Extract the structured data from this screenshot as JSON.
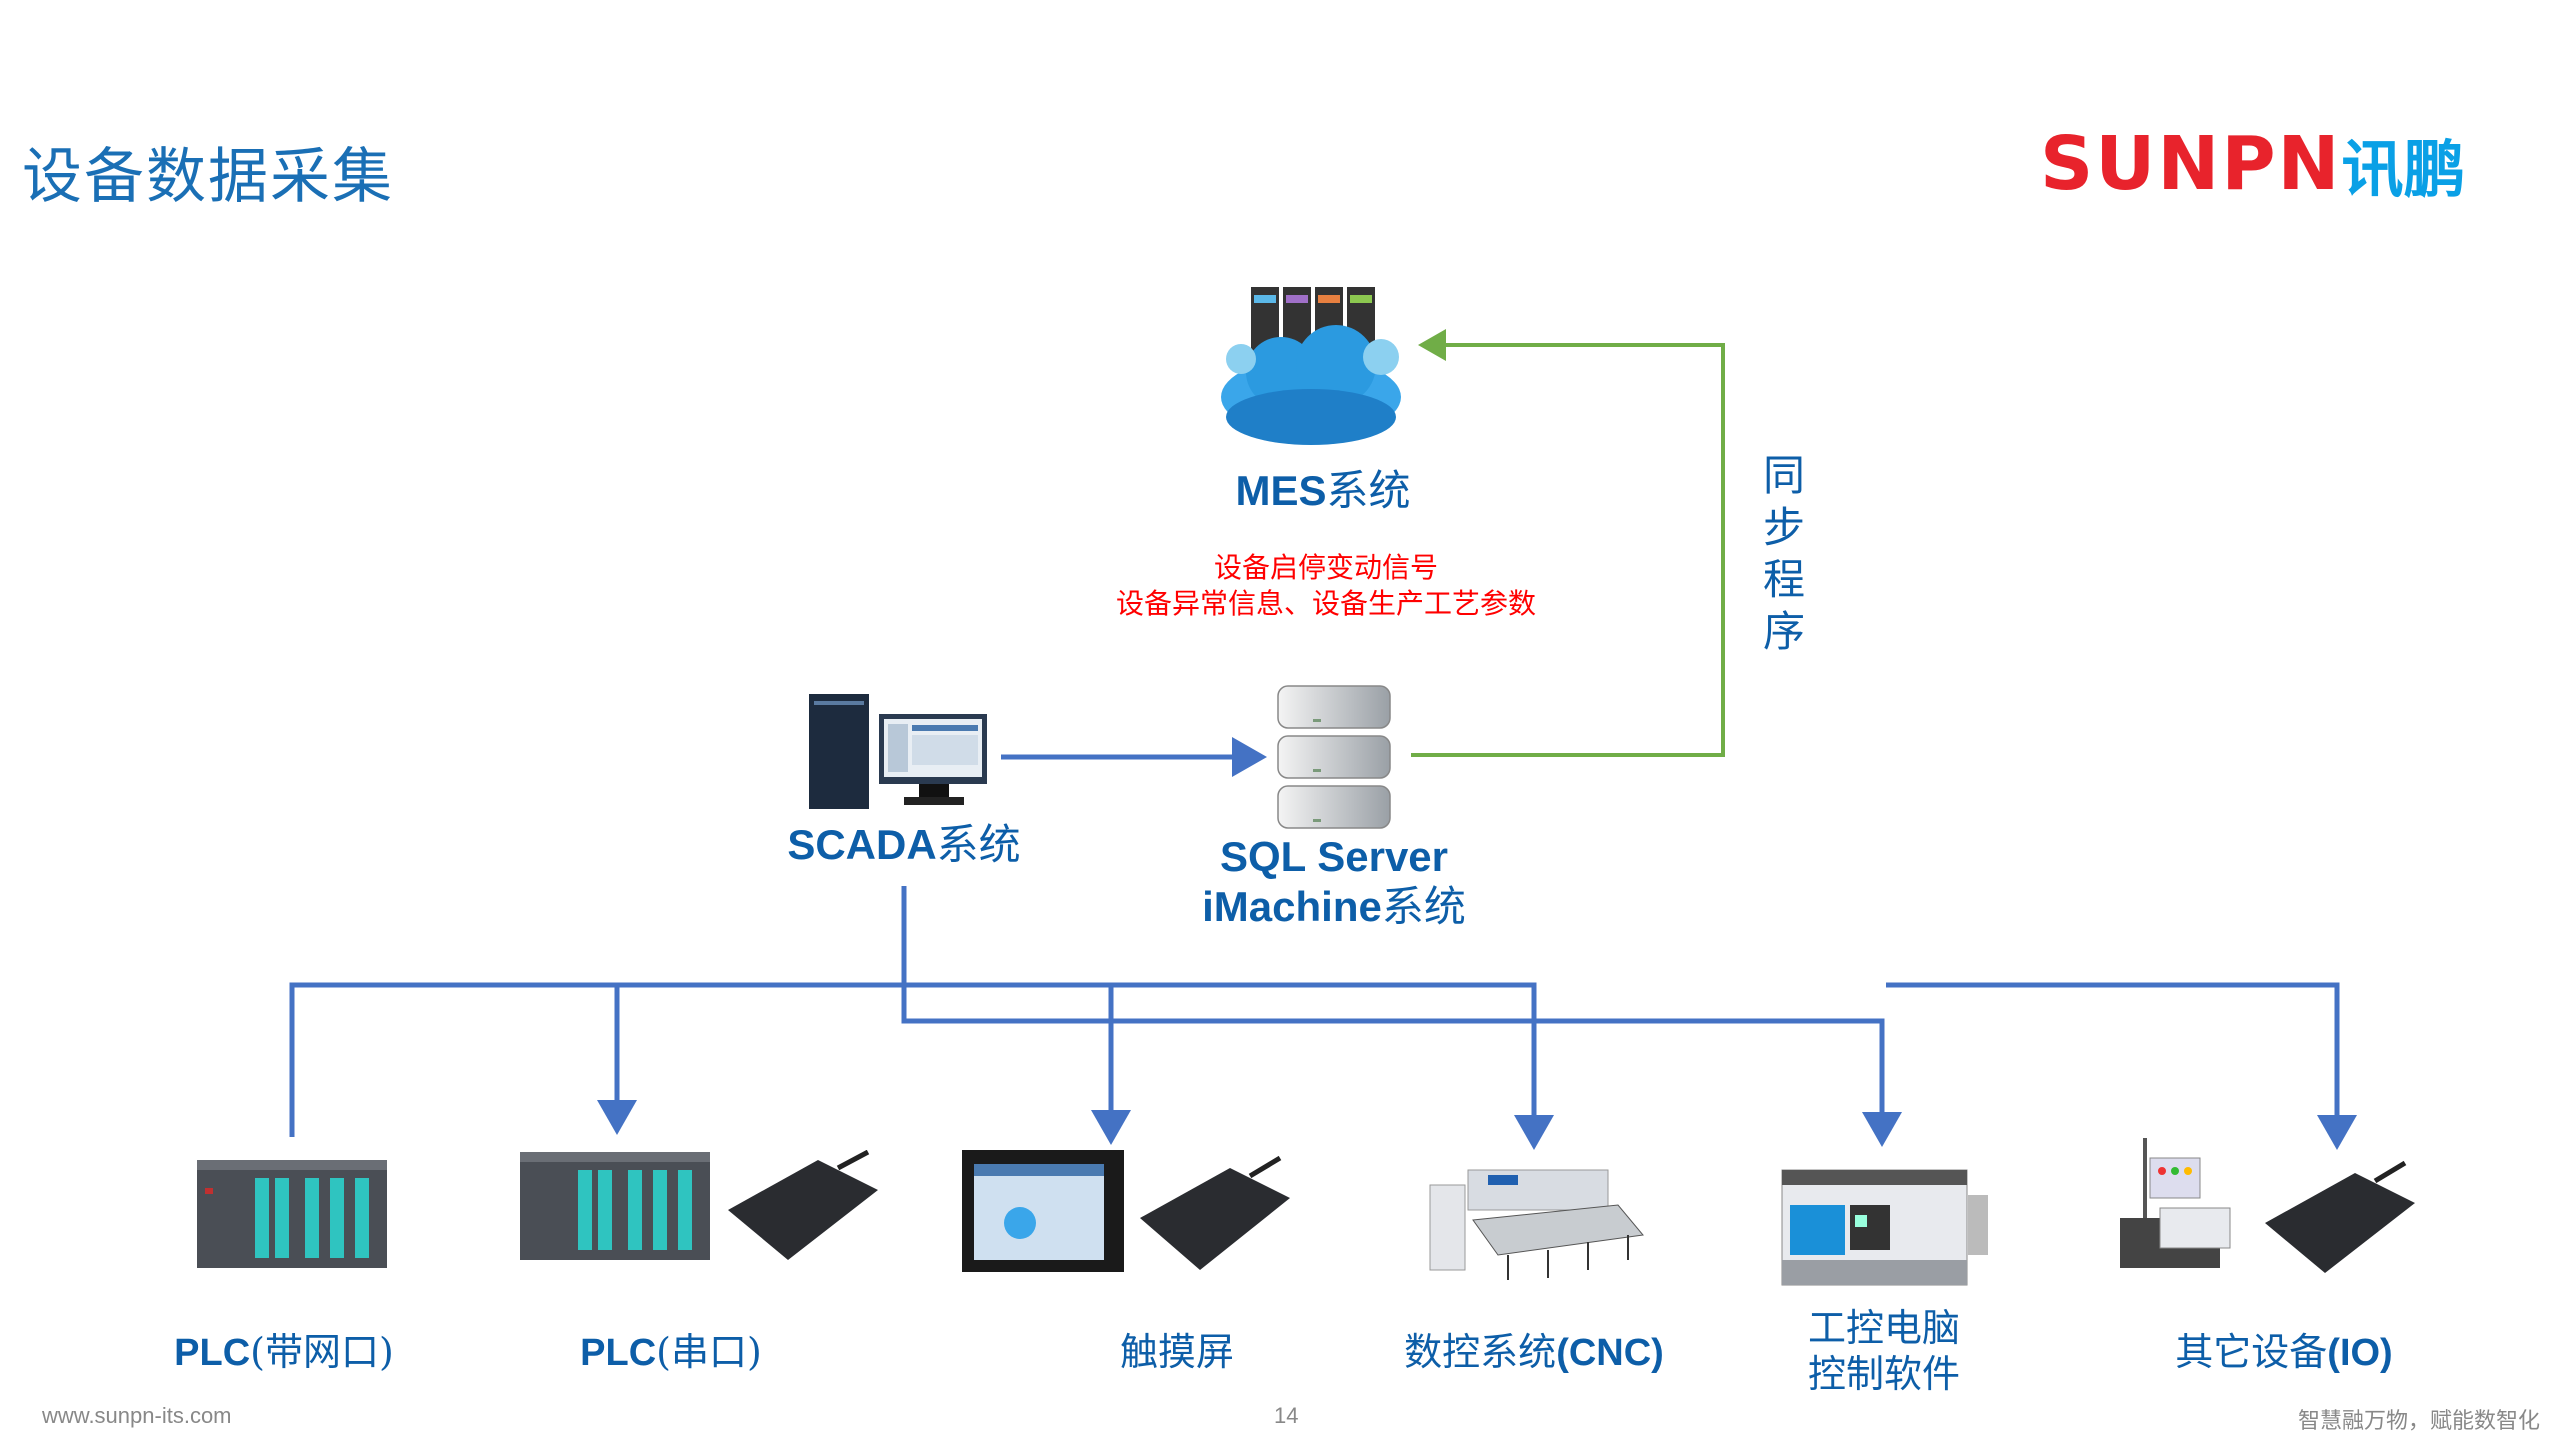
{
  "title": "设备数据采集",
  "logo": {
    "en": "SUNPN",
    "cn": "讯鹏",
    "en_color": "#e8232c",
    "cn_color": "#0aa0e6"
  },
  "colors": {
    "title": "#1a6fb5",
    "label": "#0d5ea8",
    "flow_line": "#4472c4",
    "sync_line": "#70ad47",
    "note": "#ff0000"
  },
  "mes": {
    "label_en": "MES",
    "label_cn": "系统",
    "icon": "cloud-server-icon"
  },
  "notes": [
    "设备启停变动信号",
    "设备异常信息、设备生产工艺参数"
  ],
  "sync_label": [
    "同",
    "步",
    "程",
    "序"
  ],
  "scada": {
    "label_en": "SCADA",
    "label_cn": "系统",
    "icon": "computer-workstation-icon"
  },
  "sql": {
    "line1": "SQL Server",
    "line2_en": "iMachine",
    "line2_cn": "系统",
    "icon": "database-server-icon"
  },
  "devices": [
    {
      "label_en": "PLC",
      "label_cn": "(带网口)",
      "icon": "plc-icon"
    },
    {
      "label_en": "PLC",
      "label_cn": "(串口)",
      "icon": "plc-gateway-icon"
    },
    {
      "label_cn": "触摸屏",
      "icon": "touchscreen-gateway-icon"
    },
    {
      "label_cn": "数控系统",
      "label_en": "(CNC)",
      "icon": "cnc-machine-icon"
    },
    {
      "line1": "工控电脑",
      "line2": "控制软件",
      "icon": "laser-machine-icon"
    },
    {
      "label_cn": "其它设备",
      "label_en": "(IO)",
      "icon": "io-device-gateway-icon"
    }
  ],
  "footer": {
    "website": "www.sunpn-its.com",
    "page": "14",
    "slogan": "智慧融万物，赋能数智化"
  }
}
